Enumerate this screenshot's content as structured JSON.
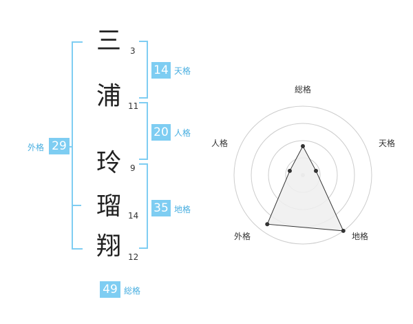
{
  "name_chars": [
    {
      "char": "三",
      "strokes": "3"
    },
    {
      "char": "浦",
      "strokes": "11"
    },
    {
      "char": "玲",
      "strokes": "9"
    },
    {
      "char": "瑠",
      "strokes": "14"
    },
    {
      "char": "翔",
      "strokes": "12"
    }
  ],
  "fortunes": {
    "tenkaku": {
      "value": "14",
      "label": "天格"
    },
    "jinkaku": {
      "value": "20",
      "label": "人格"
    },
    "chikaku": {
      "value": "35",
      "label": "地格"
    },
    "gaikaku": {
      "value": "29",
      "label": "外格"
    },
    "soukaku": {
      "value": "49",
      "label": "総格"
    }
  },
  "colors": {
    "accent": "#7ecdf2",
    "accent_text": "#48aee0",
    "radar_fill": "#eeeeee",
    "radar_ring": "#cccccc"
  },
  "chart_data": {
    "type": "radar",
    "axes": [
      "総格",
      "天格",
      "地格",
      "外格",
      "人格"
    ],
    "values": [
      0.42,
      0.2,
      1.0,
      0.88,
      0.2
    ],
    "range": [
      0,
      1
    ],
    "rings": 4
  }
}
